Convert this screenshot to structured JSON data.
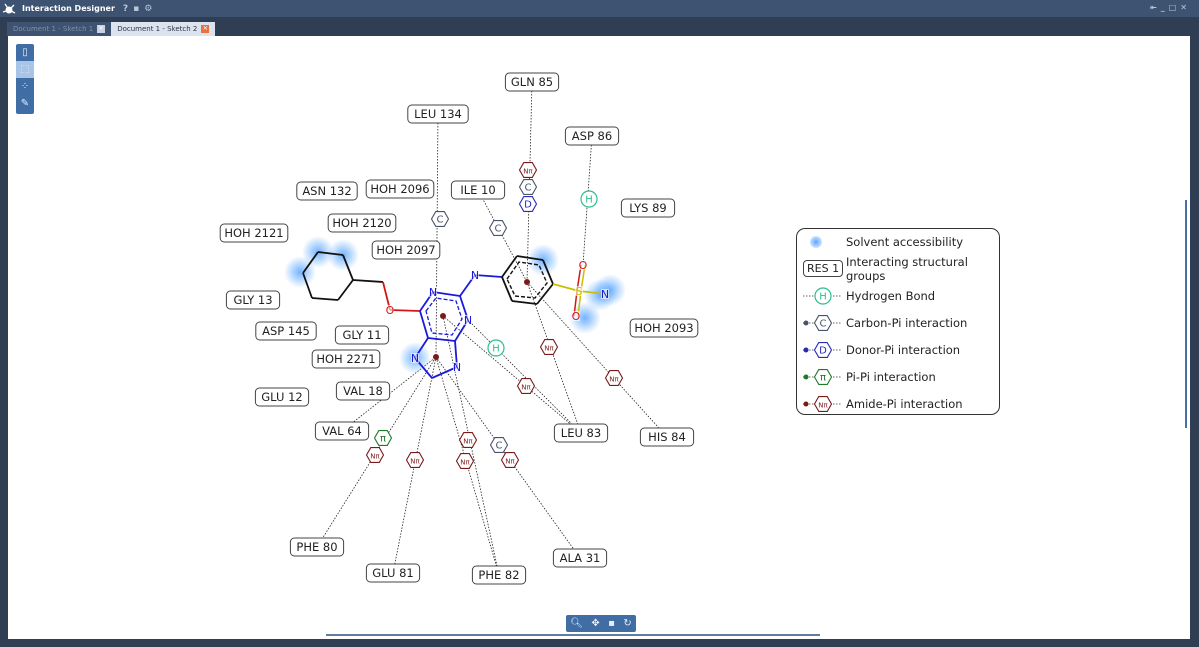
{
  "app": {
    "title": "Interaction Designer",
    "icons": [
      "help-icon",
      "save-icon",
      "settings-icon"
    ],
    "window_controls": [
      "pin-icon",
      "minimize-icon",
      "maximize-icon",
      "close-icon"
    ]
  },
  "tabs": [
    {
      "label": "Document 1 - Sketch 1",
      "active": false
    },
    {
      "label": "Document 1 - Sketch 2",
      "active": true
    }
  ],
  "left_toolbar": [
    "new-document-icon",
    "select-icon",
    "add-residues-icon",
    "eraser-icon"
  ],
  "bottom_toolbar": [
    "zoom-icon",
    "pan-icon",
    "save-icon",
    "reset-icon"
  ],
  "residues": [
    "GLN 85",
    "ASP 86",
    "LEU 134",
    "ILE 10",
    "ASN 132",
    "HOH 2096",
    "LYS 89",
    "HOH 2120",
    "HOH 2121",
    "HOH 2097",
    "GLY 13",
    "ASP 145",
    "GLY 11",
    "HOH 2271",
    "HOH 2093",
    "VAL 18",
    "GLU 12",
    "VAL 64",
    "LEU 83",
    "HIS 84",
    "PHE 80",
    "GLU 81",
    "PHE 82",
    "ALA 31"
  ],
  "atoms": {
    "nitrogen": "N",
    "oxygen": "O",
    "sulfur": "S"
  },
  "markers": {
    "hbond": "H",
    "carbon_pi": "C",
    "donor_pi": "D",
    "pi_pi": "π",
    "amide_pi": "Nπ"
  },
  "colors": {
    "hbond": "#2bbf8a",
    "carbon_pi": "#4a5468",
    "donor_pi": "#2a2ab8",
    "pi_pi": "#1f7a2a",
    "amide_pi": "#7a1a1a",
    "solvent": "#5aa6ff",
    "nitrogen": "#1a1adb",
    "oxygen": "#d01818",
    "sulfur": "#c8c000"
  },
  "legend": {
    "solvent": "Solvent accessibility",
    "res_sample": "RES 1",
    "groups": "Interacting structural groups",
    "hbond": "Hydrogen Bond",
    "carbon_pi": "Carbon-Pi interaction",
    "donor_pi": "Donor-Pi interaction",
    "pi_pi": "Pi-Pi interaction",
    "amide_pi": "Amide-Pi interaction"
  }
}
